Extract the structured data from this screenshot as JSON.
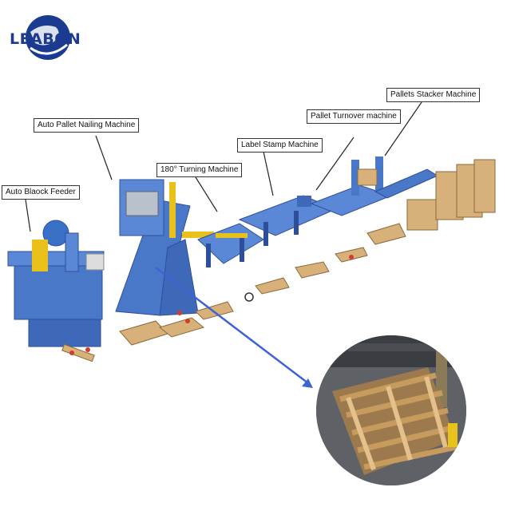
{
  "brand": {
    "logo_text": "LEABON",
    "accent": "#1a3b8f"
  },
  "callouts": {
    "auto_block_feeder": "Auto Blaock Feeder",
    "auto_pallet_nailing": "Auto Pallet Nailing Machine",
    "turning_180": "180° Turning Machine",
    "label_stamp": "Label Stamp Machine",
    "pallet_turnover": "Pallet Turnover machine",
    "pallets_stacker": "Pallets Stacker Machine"
  },
  "colors": {
    "machine_blue": "#4a78c8",
    "frame_dark": "#2d4f9a",
    "wood": "#d7b07a",
    "arrow": "#3e62d6",
    "accent_yellow": "#e8c21a",
    "accent_red": "#d63a2a"
  }
}
